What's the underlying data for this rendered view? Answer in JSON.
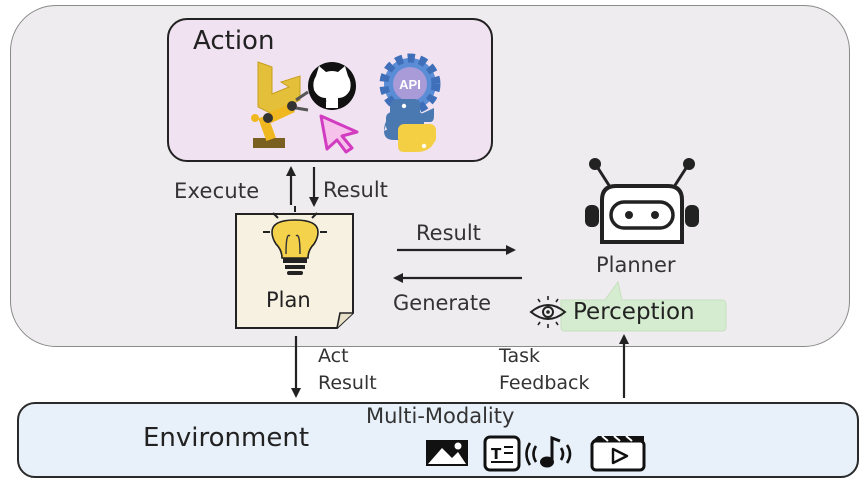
{
  "action": {
    "title": "Action",
    "tools": [
      "bing-logo",
      "github-logo",
      "api-gear",
      "robot-arm",
      "cursor",
      "python-logo"
    ],
    "api_text": "API"
  },
  "arrows": {
    "execute": "Execute",
    "result_up": "Result",
    "result_right": "Result",
    "generate": "Generate",
    "act": "Act",
    "act_result": "Result",
    "task": "Task",
    "feedback": "Feedback"
  },
  "plan": {
    "label": "Plan"
  },
  "planner": {
    "label": "Planner"
  },
  "perception": {
    "label": "Perception"
  },
  "environment": {
    "title": "Environment",
    "modality_title": "Multi-Modality",
    "modalities": [
      "image-icon",
      "text-icon",
      "audio-icon",
      "video-icon"
    ]
  },
  "colors": {
    "outer_bg": "#eeecee",
    "action_bg": "#f1e2f1",
    "plan_bg": "#f7f1e1",
    "perception_bg": "#d6ecd0",
    "environment_bg": "#e8f1f9"
  }
}
